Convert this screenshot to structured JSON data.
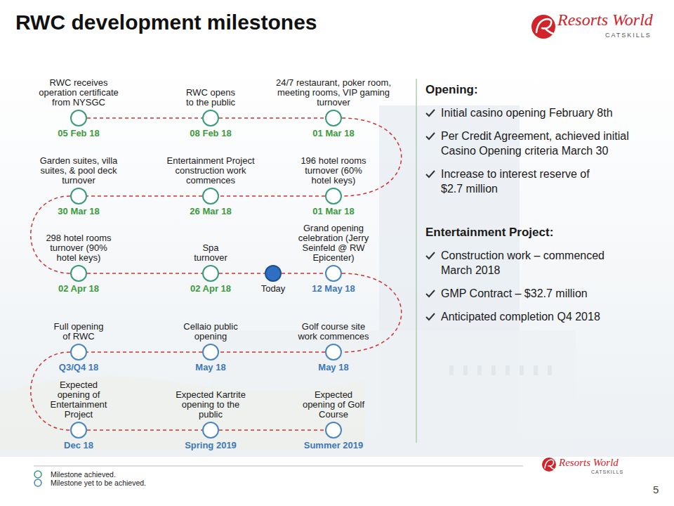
{
  "diagram": {
    "title": "RWC development milestones",
    "nodes": [
      {
        "text": [
          "RWC receives operation certificate from NYSGC",
          "05 Feb 18"
        ]
      },
      {
        "text": [
          "RWC opens to the public",
          "08 Feb 18"
        ]
      },
      {
        "text": [
          "24/7 restaurant, poker room, meeting rooms, VIP gaming turnover",
          "01 Mar 18"
        ]
      },
      {
        "text": [
          "196 hotel rooms turnover (60% hotel keys)",
          "01 Mar 18"
        ]
      },
      {
        "text": [
          "Entertainment Project construction work commences",
          "26 Mar 18"
        ]
      },
      {
        "text": [
          "Garden suites, villa suites, & pool deck turnover",
          "30 Mar 18"
        ]
      },
      {
        "text": [
          "298 hotel rooms turnover (90% hotel keys)",
          "02 Apr 18"
        ]
      },
      {
        "text": [
          "Spa turnover",
          "02 Apr 18"
        ]
      },
      {
        "text": [
          "Today"
        ]
      },
      {
        "text": [
          "Grand opening celebration (Jerry Seinfeld @ RW Epicenter)",
          "12 May 18"
        ]
      },
      {
        "text": [
          "Golf course site work commences",
          "May 18"
        ]
      },
      {
        "text": [
          "Cellaio public opening",
          "May 18"
        ]
      },
      {
        "text": [
          "Full opening of RWC",
          "Q3/Q4 18"
        ]
      },
      {
        "text": [
          "Expected opening of Entertainment Project",
          "Dec 18"
        ]
      },
      {
        "text": [
          "Expected Kartrite opening to the public",
          "Spring 2019"
        ]
      },
      {
        "text": [
          "Expected opening of Golf Course",
          "Summer 2019"
        ]
      }
    ],
    "edges": [
      {
        "from": 0,
        "to": 1,
        "arrow": "none"
      },
      {
        "from": 1,
        "to": 2,
        "arrow": "none"
      },
      {
        "from": 2,
        "to": 3,
        "arrow": "none"
      },
      {
        "from": 3,
        "to": 4,
        "arrow": "none"
      },
      {
        "from": 4,
        "to": 5,
        "arrow": "none"
      },
      {
        "from": 5,
        "to": 6,
        "arrow": "none"
      },
      {
        "from": 6,
        "to": 7,
        "arrow": "none"
      },
      {
        "from": 7,
        "to": 8,
        "arrow": "none"
      },
      {
        "from": 8,
        "to": 9,
        "arrow": "none"
      },
      {
        "from": 9,
        "to": 10,
        "arrow": "none"
      },
      {
        "from": 10,
        "to": 11,
        "arrow": "none"
      },
      {
        "from": 11,
        "to": 12,
        "arrow": "none"
      },
      {
        "from": 12,
        "to": 13,
        "arrow": "none"
      },
      {
        "from": 13,
        "to": 14,
        "arrow": "none"
      },
      {
        "from": 14,
        "to": 15,
        "arrow": "none"
      }
    ],
    "labels": [
      "Resorts World",
      "CATSKILLS",
      "Opening:",
      "Initial casino opening February 8th",
      "Per Credit Agreement, achieved initial Casino Opening criteria March 30",
      "Increase to interest reserve of $2.7 million",
      "Entertainment Project:",
      "Construction work – commenced March 2018",
      "GMP Contract – $32.7 million",
      "Anticipated completion Q4 2018",
      "Resorts World",
      "CATSKILLS",
      "5"
    ],
    "legend": [
      {
        "text": "Milestone achieved."
      },
      {
        "text": "Milestone yet to be achieved."
      }
    ]
  }
}
